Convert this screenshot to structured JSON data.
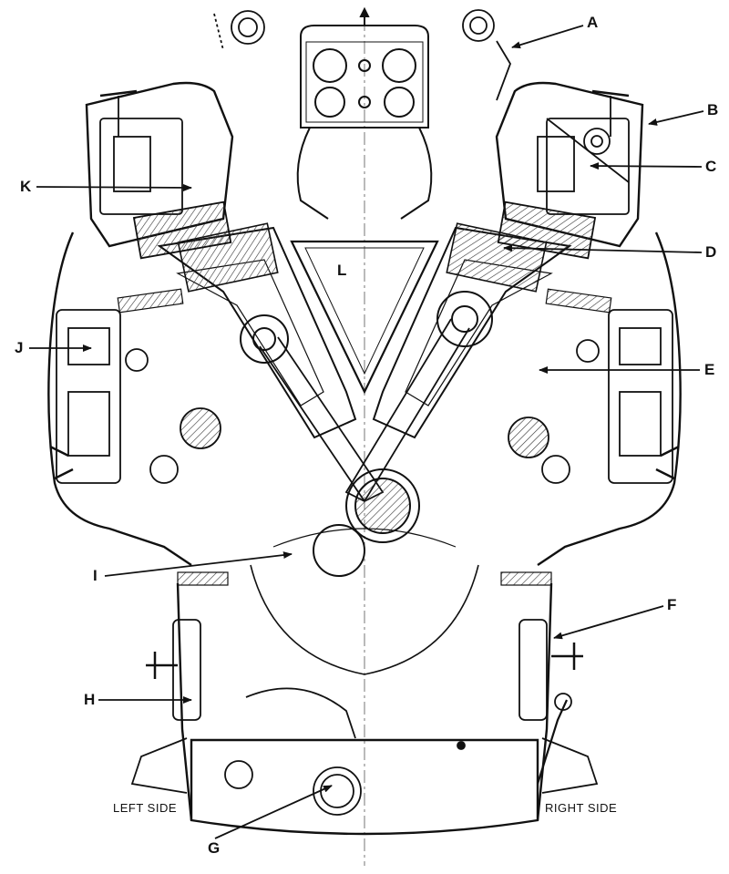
{
  "labels": {
    "A": "A",
    "B": "B",
    "C": "C",
    "D": "D",
    "E": "E",
    "F": "F",
    "G": "G",
    "H": "H",
    "I": "I",
    "J": "J",
    "K": "K",
    "L": "L"
  },
  "sides": {
    "left": "LEFT SIDE",
    "right": "RIGHT SIDE"
  },
  "colors": {
    "ink": "#111111",
    "section_fill": "#d8d8d8",
    "paper": "#ffffff"
  }
}
